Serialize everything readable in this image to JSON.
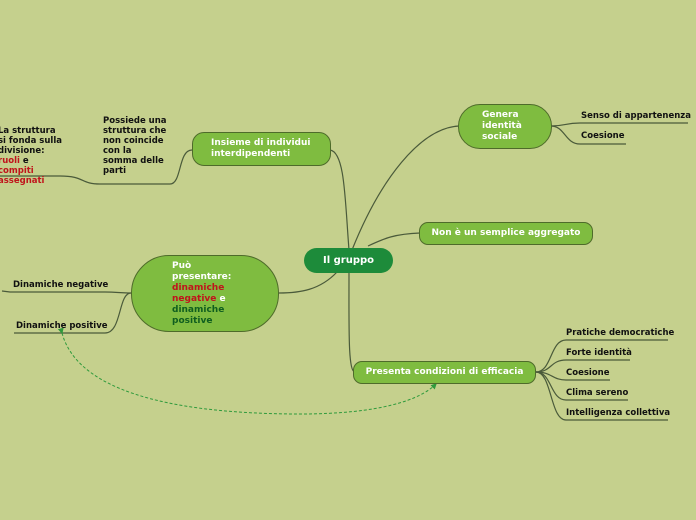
{
  "root": "Il gruppo",
  "insieme": "Insieme di individui interdipendenti",
  "insieme_sub": "Possiede una struttura che non coincide con la somma delle parti",
  "struttura": {
    "text_a": "La struttura si fonda sulla divisione: ",
    "ruoli": "ruoli",
    "text_e": " e ",
    "compiti": "compiti assegnati"
  },
  "genera": "Genera identità sociale",
  "genera_children": [
    "Senso di appartenenza",
    "Coesione"
  ],
  "aggregato": "Non è un semplice aggregato",
  "presentare": {
    "text_a": "Può presentare: ",
    "negative": "dinamiche negative",
    "text_e": " e ",
    "positive": "dinamiche positive"
  },
  "dinamiche_negative": "Dinamiche negative",
  "dinamiche_positive": "Dinamiche positive",
  "efficacia": "Presenta condizioni di efficacia",
  "efficacia_children": [
    "Pratiche democratiche",
    "Forte identità",
    "Coesione",
    "Clima sereno",
    "Intelligenza collettiva"
  ],
  "colors": {
    "background": "#c5d08d",
    "node": "#7fbc40",
    "root": "#1d8b3a",
    "emphasis_red": "#c0141b",
    "emphasis_green": "#0f5e1f",
    "connector": "#4a5a3a",
    "relation": "#2f9a3c"
  }
}
